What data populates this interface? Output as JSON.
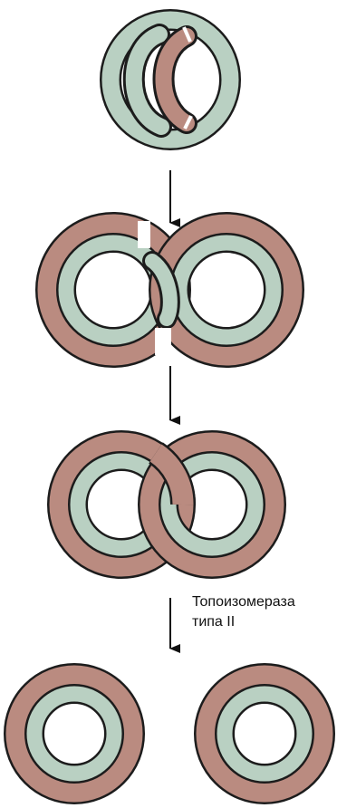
{
  "colors": {
    "strand_a": "#B9D0C2",
    "strand_b": "#BA8B80",
    "outline": "#1c1c1c",
    "arrow": "#111111"
  },
  "stages": [
    {
      "name": "circular-dna-replication-bubble"
    },
    {
      "name": "figure-eight-intermediate"
    },
    {
      "name": "catenated-dna-rings"
    },
    {
      "name": "separated-daughter-rings"
    }
  ],
  "label": {
    "enzyme": "Топоизомераза",
    "type": "типа  II"
  }
}
